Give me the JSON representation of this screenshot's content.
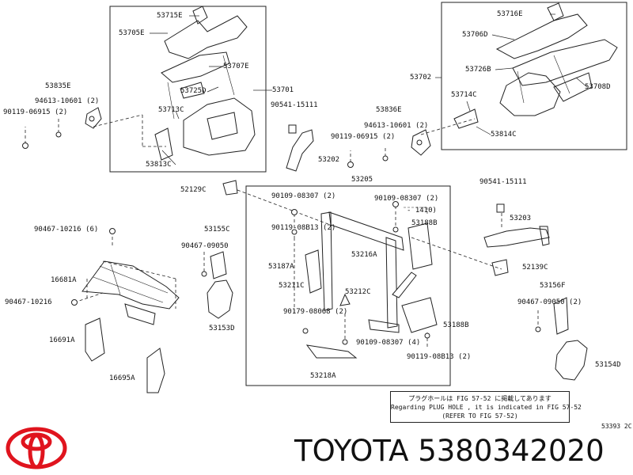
{
  "labels": {
    "l53715e": "53715E",
    "l53705e": "53705E",
    "l53707e": "53707E",
    "l53725d": "53725D",
    "l53701": "53701",
    "l53713c": "53713C",
    "l53813c": "53813C",
    "l53835e": "53835E",
    "l94613a": "94613-10601 (2)",
    "l90119a": "90119-06915 (2)",
    "l53716e": "53716E",
    "l53706d": "53706D",
    "l53726b": "53726B",
    "l53708d": "53708D",
    "l53702": "53702",
    "l53714c": "53714C",
    "l53814c": "53814C",
    "l90541a": "90541-15111",
    "l53836e": "53836E",
    "l94613b": "94613-10601 (2)",
    "l90119b": "90119-06915 (2)",
    "l53202": "53202",
    "l52129c": "52129C",
    "l53205": "53205",
    "l90109a": "90109-08307 (2)",
    "l90109b": "90109-08307 (2)",
    "l1410": "- 1410)",
    "l90119c": "90119-08B13 (2)",
    "l53188b_top": "53188B",
    "l53216a": "53216A",
    "l53187a": "53187A",
    "l53211c": "53211C",
    "l53212c": "53212C",
    "l90179": "90179-08068 (2)",
    "l53188b": "53188B",
    "l90109c": "90109-08307 (4)",
    "l90119d": "90119-08B13 (2)",
    "l53218a": "53218A",
    "l90541b": "90541-15111",
    "l53203": "53203",
    "l52139c": "52139C",
    "l53156f": "53156F",
    "l90467a": "90467-09050 (2)",
    "l53154d": "53154D",
    "l90467b": "90467-10216 (6)",
    "l53155c": "53155C",
    "l90467c": "90467-09050",
    "l16681a": "16681A",
    "l90467d": "90467-10216",
    "l53153d": "53153D",
    "l16691a": "16691A",
    "l16695a": "16695A"
  },
  "note": {
    "line1": "プラグホールは FIG 57-52 に掲載してあります",
    "line2": "Regarding PLUG HOLE , it is indicated in FIG 57-52",
    "line3": "(REFER TO FIG 57-52)"
  },
  "drawing_code": "53393 2C",
  "brand": {
    "text": "TOYOTA 5380342020",
    "logo_color": "#e0141e"
  }
}
